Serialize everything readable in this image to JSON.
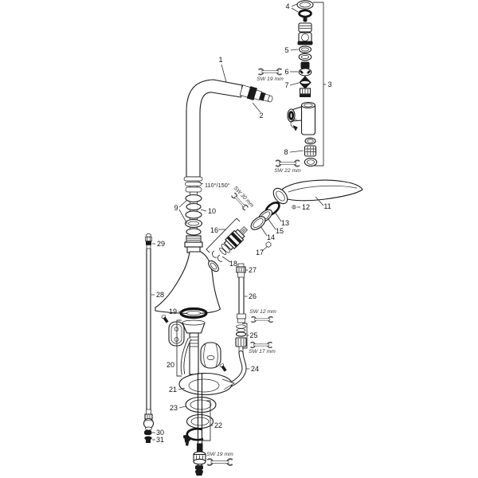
{
  "page": {
    "background": "#ffffff",
    "line_color": "#1a1a1a",
    "annotation_color": "#333333"
  },
  "callouts": {
    "c1": "1",
    "c2": "2",
    "c3": "3",
    "c4": "4",
    "c5": "5",
    "c6": "6",
    "c7": "7",
    "c8": "8",
    "c9": "9",
    "c10": "10",
    "c11": "11",
    "c12": "12",
    "c13": "13",
    "c14": "14",
    "c15": "15",
    "c16": "16",
    "c17": "17",
    "c18": "18",
    "c19": "19",
    "c20": "20",
    "c21": "21",
    "c22": "22",
    "c23": "23",
    "c24": "24",
    "c25": "25",
    "c26": "26",
    "c27": "27",
    "c28": "28",
    "c29": "29",
    "c30": "30",
    "c31": "31"
  },
  "annotations": {
    "angle": "110°/150°",
    "sw19_top": "SW 19 mm",
    "sw22": "SW 22 mm",
    "sw30": "SW 30 mm",
    "sw12": "SW 12 mm",
    "sw17": "SW 17 mm",
    "sw19_bottom": "SW 19 mm"
  }
}
